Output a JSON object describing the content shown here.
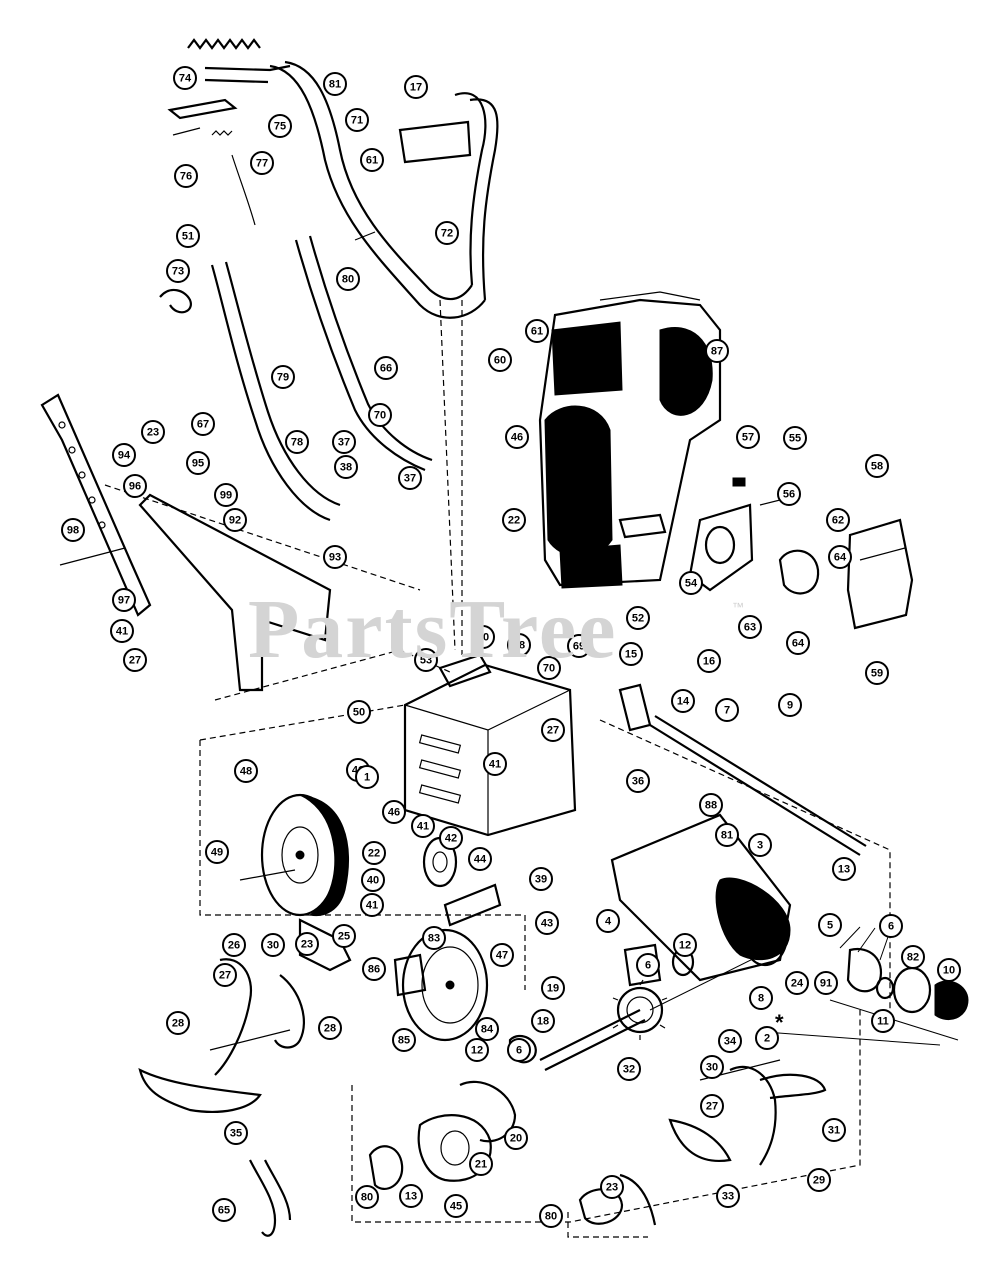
{
  "watermark": "PartsTree",
  "watermark_mark": "™",
  "note_symbol": "*",
  "callouts": [
    {
      "id": "74",
      "label": "74"
    },
    {
      "id": "81a",
      "label": "81"
    },
    {
      "id": "17",
      "label": "17"
    },
    {
      "id": "75",
      "label": "75"
    },
    {
      "id": "71",
      "label": "71"
    },
    {
      "id": "76",
      "label": "76"
    },
    {
      "id": "77",
      "label": "77"
    },
    {
      "id": "61a",
      "label": "61"
    },
    {
      "id": "51",
      "label": "51"
    },
    {
      "id": "72",
      "label": "72"
    },
    {
      "id": "73",
      "label": "73"
    },
    {
      "id": "80a",
      "label": "80"
    },
    {
      "id": "60",
      "label": "60"
    },
    {
      "id": "61b",
      "label": "61"
    },
    {
      "id": "87",
      "label": "87"
    },
    {
      "id": "79",
      "label": "79"
    },
    {
      "id": "66",
      "label": "66"
    },
    {
      "id": "67",
      "label": "67"
    },
    {
      "id": "23a",
      "label": "23"
    },
    {
      "id": "70a",
      "label": "70"
    },
    {
      "id": "94",
      "label": "94"
    },
    {
      "id": "95",
      "label": "95"
    },
    {
      "id": "78",
      "label": "78"
    },
    {
      "id": "37a",
      "label": "37"
    },
    {
      "id": "46a",
      "label": "46"
    },
    {
      "id": "57",
      "label": "57"
    },
    {
      "id": "55",
      "label": "55"
    },
    {
      "id": "58",
      "label": "58"
    },
    {
      "id": "96",
      "label": "96"
    },
    {
      "id": "99",
      "label": "99"
    },
    {
      "id": "38",
      "label": "38"
    },
    {
      "id": "37b",
      "label": "37"
    },
    {
      "id": "56",
      "label": "56"
    },
    {
      "id": "92",
      "label": "92"
    },
    {
      "id": "22a",
      "label": "22"
    },
    {
      "id": "62",
      "label": "62"
    },
    {
      "id": "98",
      "label": "98"
    },
    {
      "id": "64a",
      "label": "64"
    },
    {
      "id": "93",
      "label": "93"
    },
    {
      "id": "54",
      "label": "54"
    },
    {
      "id": "97",
      "label": "97"
    },
    {
      "id": "52",
      "label": "52"
    },
    {
      "id": "63",
      "label": "63"
    },
    {
      "id": "64b",
      "label": "64"
    },
    {
      "id": "41a",
      "label": "41"
    },
    {
      "id": "50a",
      "label": "50"
    },
    {
      "id": "53",
      "label": "53"
    },
    {
      "id": "68",
      "label": "68"
    },
    {
      "id": "69",
      "label": "69"
    },
    {
      "id": "27a",
      "label": "27"
    },
    {
      "id": "59",
      "label": "59"
    },
    {
      "id": "15",
      "label": "15"
    },
    {
      "id": "16",
      "label": "16"
    },
    {
      "id": "70b",
      "label": "70"
    },
    {
      "id": "14",
      "label": "14"
    },
    {
      "id": "7",
      "label": "7"
    },
    {
      "id": "9",
      "label": "9"
    },
    {
      "id": "50b",
      "label": "50"
    },
    {
      "id": "27b",
      "label": "27"
    },
    {
      "id": "48",
      "label": "48"
    },
    {
      "id": "41b",
      "label": "41"
    },
    {
      "id": "1",
      "label": "1"
    },
    {
      "id": "41c",
      "label": "41"
    },
    {
      "id": "36",
      "label": "36"
    },
    {
      "id": "88",
      "label": "88"
    },
    {
      "id": "46b",
      "label": "46"
    },
    {
      "id": "81b",
      "label": "81"
    },
    {
      "id": "3",
      "label": "3"
    },
    {
      "id": "41d",
      "label": "41"
    },
    {
      "id": "42",
      "label": "42"
    },
    {
      "id": "49",
      "label": "49"
    },
    {
      "id": "22b",
      "label": "22"
    },
    {
      "id": "44",
      "label": "44"
    },
    {
      "id": "13a",
      "label": "13"
    },
    {
      "id": "40",
      "label": "40"
    },
    {
      "id": "39",
      "label": "39"
    },
    {
      "id": "41e",
      "label": "41"
    },
    {
      "id": "4",
      "label": "4"
    },
    {
      "id": "43",
      "label": "43"
    },
    {
      "id": "5",
      "label": "5"
    },
    {
      "id": "6a",
      "label": "6"
    },
    {
      "id": "26",
      "label": "26"
    },
    {
      "id": "30a",
      "label": "30"
    },
    {
      "id": "23b",
      "label": "23"
    },
    {
      "id": "25",
      "label": "25"
    },
    {
      "id": "83",
      "label": "83"
    },
    {
      "id": "47",
      "label": "47"
    },
    {
      "id": "12a",
      "label": "12"
    },
    {
      "id": "6b",
      "label": "6"
    },
    {
      "id": "24",
      "label": "24"
    },
    {
      "id": "91",
      "label": "91"
    },
    {
      "id": "82",
      "label": "82"
    },
    {
      "id": "10",
      "label": "10"
    },
    {
      "id": "86",
      "label": "86"
    },
    {
      "id": "27c",
      "label": "27"
    },
    {
      "id": "8",
      "label": "8"
    },
    {
      "id": "11",
      "label": "11"
    },
    {
      "id": "28a",
      "label": "28"
    },
    {
      "id": "28b",
      "label": "28"
    },
    {
      "id": "84",
      "label": "84"
    },
    {
      "id": "19",
      "label": "19"
    },
    {
      "id": "34",
      "label": "34"
    },
    {
      "id": "2",
      "label": "2"
    },
    {
      "id": "85",
      "label": "85"
    },
    {
      "id": "18",
      "label": "18"
    },
    {
      "id": "12b",
      "label": "12"
    },
    {
      "id": "6c",
      "label": "6"
    },
    {
      "id": "30b",
      "label": "30"
    },
    {
      "id": "35",
      "label": "35"
    },
    {
      "id": "32",
      "label": "32"
    },
    {
      "id": "31",
      "label": "31"
    },
    {
      "id": "20",
      "label": "20"
    },
    {
      "id": "27d",
      "label": "27"
    },
    {
      "id": "21",
      "label": "21"
    },
    {
      "id": "29",
      "label": "29"
    },
    {
      "id": "80b",
      "label": "80"
    },
    {
      "id": "13b",
      "label": "13"
    },
    {
      "id": "45",
      "label": "45"
    },
    {
      "id": "23c",
      "label": "23"
    },
    {
      "id": "33",
      "label": "33"
    },
    {
      "id": "65",
      "label": "65"
    },
    {
      "id": "80c",
      "label": "80"
    }
  ]
}
